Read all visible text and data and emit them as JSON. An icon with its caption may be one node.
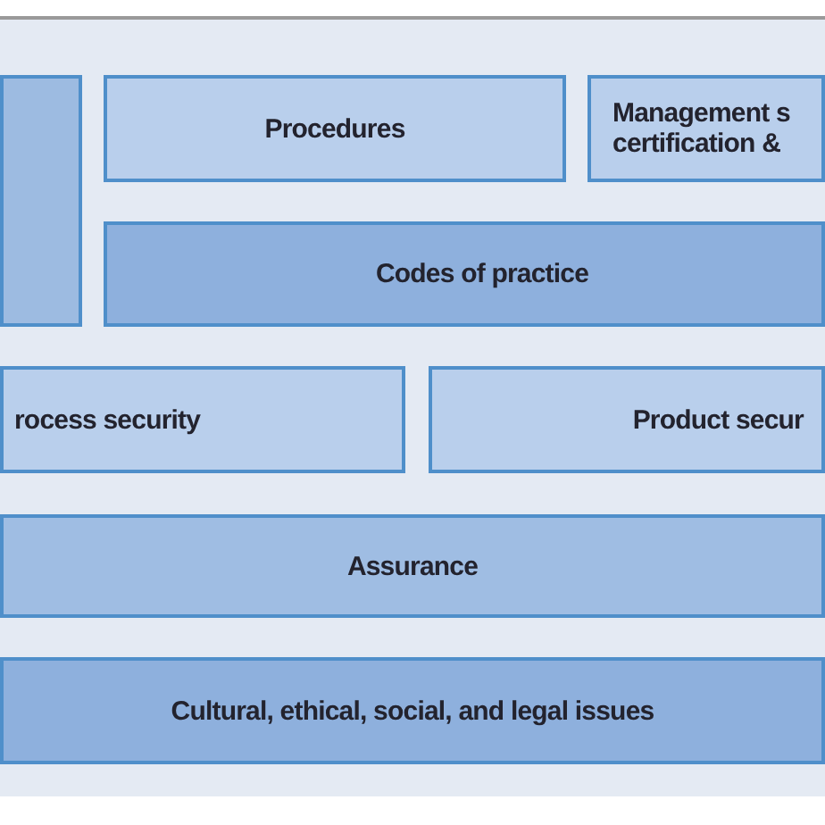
{
  "diagram": {
    "nodes": [
      {
        "text": [],
        "shape": "box"
      },
      {
        "text": [
          "Procedures"
        ]
      },
      {
        "text": [
          "Management s certification &"
        ]
      },
      {
        "text": [
          "Codes of practice"
        ]
      },
      {
        "text": [
          "rocess security"
        ]
      },
      {
        "text": [
          "Product secur"
        ]
      },
      {
        "text": [
          "Assurance"
        ]
      },
      {
        "text": [
          "Cultural, ethical, social, and legal issues"
        ]
      }
    ]
  }
}
